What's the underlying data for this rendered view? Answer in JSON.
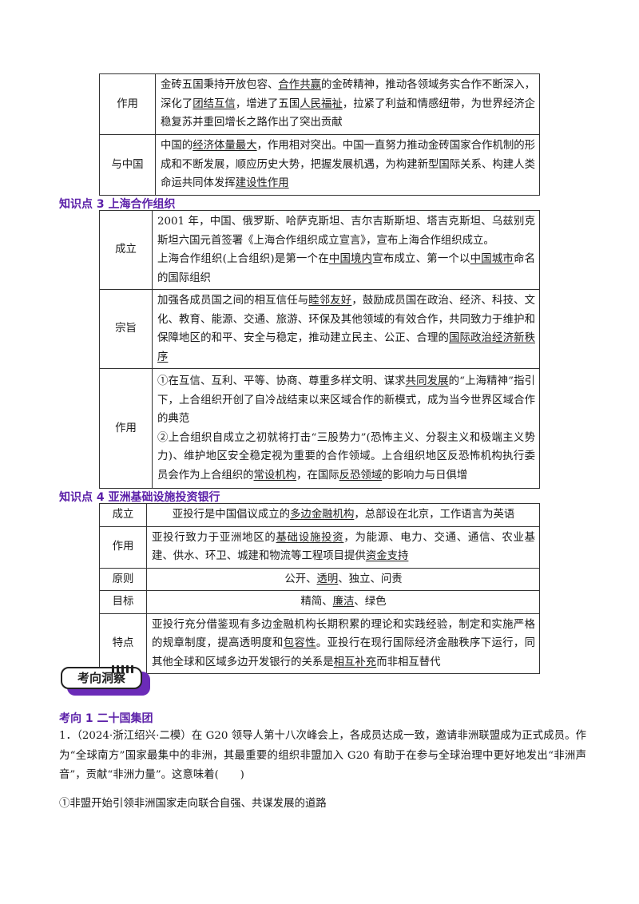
{
  "table_brics": {
    "rows": [
      {
        "label": "作用",
        "segments": [
          {
            "t": "金砖五国秉持开放包容、"
          },
          {
            "t": "合作共赢",
            "u": true
          },
          {
            "t": "的金砖精神，推动各领域务实合作不断深入，深化了"
          },
          {
            "t": "团结互信",
            "u": true
          },
          {
            "t": "，增进了五国"
          },
          {
            "t": "人民福祉",
            "u": true
          },
          {
            "t": "，拉紧了利益和情感纽带，为世界经济企稳复苏并重回增长之路作出了突出贡献"
          }
        ]
      },
      {
        "label": "与中国",
        "segments": [
          {
            "t": "中国的"
          },
          {
            "t": "经济体量最大",
            "u": true
          },
          {
            "t": "，作用相对突出。中国一直努力推动金砖国家合作机制的形成和不断发展，顺应历史大势，把握发展机遇，为构建新型国际关系、构建人类命运共同体发挥"
          },
          {
            "t": "建设性作用",
            "u": true
          }
        ]
      }
    ]
  },
  "kp3": {
    "title": "知识点 3  上海合作组织"
  },
  "table_sco": {
    "rows": [
      {
        "label": "成立",
        "paragraphs": [
          [
            {
              "t": "2001 年，中国、俄罗斯、哈萨克斯坦、吉尔吉斯斯坦、塔吉克斯坦、乌兹别克斯坦六国元首签署《上海合作组织成立宣言》，宣布上海合作组织成立。"
            }
          ],
          [
            {
              "t": "上海合作组织(上合组织)是第一个在"
            },
            {
              "t": "中国境内",
              "u": true
            },
            {
              "t": "宣布成立、第一个以"
            },
            {
              "t": "中国城市",
              "u": true
            },
            {
              "t": "命名的国际组织"
            }
          ]
        ]
      },
      {
        "label": "宗旨",
        "paragraphs": [
          [
            {
              "t": "加强各成员国之间的相互信任与"
            },
            {
              "t": "睦邻友好",
              "u": true
            },
            {
              "t": "，鼓励成员国在政治、经济、科技、文化、教育、能源、交通、旅游、环保及其他领域的有效合作，共同致力于维护和保障地区的和平、安全与稳定，推动建立民主、公正、合理的"
            },
            {
              "t": "国际政治经济新秩序",
              "u": true
            }
          ]
        ]
      },
      {
        "label": "作用",
        "paragraphs": [
          [
            {
              "t": "①在互信、互利、平等、协商、尊重多样文明、谋求"
            },
            {
              "t": "共同发展",
              "u": true
            },
            {
              "t": "的“上海精神”指引下，上合组织开创了自冷战结束以来区域合作的新模式，成为当今世界区域合作的典范"
            }
          ],
          [
            {
              "t": "②上合组织自成立之初就将打击“三股势力”(恐怖主义、分裂主义和极端主义势力)、维护地区安全稳定视为重要的合作领域。上合组织地区反恐怖机构执行委员会作为上合组织的"
            },
            {
              "t": "常设机构",
              "u": true
            },
            {
              "t": "，在国际"
            },
            {
              "t": "反恐领域",
              "u": true
            },
            {
              "t": "的影响力与日俱增"
            }
          ]
        ]
      }
    ]
  },
  "kp4": {
    "title": "知识点 4  亚洲基础设施投资银行"
  },
  "table_aiib": {
    "rows": [
      {
        "label": "成立",
        "align": "center",
        "segments": [
          {
            "t": "亚投行是中国倡议成立的"
          },
          {
            "t": "多边金融机构",
            "u": true
          },
          {
            "t": "，总部设在北京，工作语言为英语"
          }
        ]
      },
      {
        "label": "作用",
        "align": "left",
        "segments": [
          {
            "t": "亚投行致力于亚洲地区的"
          },
          {
            "t": "基础设施投资",
            "u": true
          },
          {
            "t": "，为能源、电力、交通、通信、农业基建、供水、环卫、城建和物流等工程项目提供"
          },
          {
            "t": "资金支持",
            "u": true
          }
        ]
      },
      {
        "label": "原则",
        "align": "center",
        "segments": [
          {
            "t": "公开、"
          },
          {
            "t": "透明",
            "u": true
          },
          {
            "t": "、独立、问责"
          }
        ]
      },
      {
        "label": "目标",
        "align": "center",
        "segments": [
          {
            "t": "精简、"
          },
          {
            "t": "廉洁",
            "u": true
          },
          {
            "t": "、绿色"
          }
        ]
      },
      {
        "label": "特点",
        "align": "left",
        "segments": [
          {
            "t": "亚投行充分借鉴现有多边金融机构长期积累的理论和实践经验，制定和实施严格的规章制度，提高透明度和"
          },
          {
            "t": "包容性",
            "u": true
          },
          {
            "t": "。亚投行在现行国际经济金融秩序下运行，同其他全球和区域多边开发银行的关系是"
          },
          {
            "t": "相互补充",
            "u": true
          },
          {
            "t": "而非相互替代"
          }
        ]
      }
    ]
  },
  "badge": {
    "label": "考向洞察"
  },
  "kaoxiang1": {
    "title": "考向 1  二十国集团"
  },
  "question": {
    "text": "1．（2024·浙江绍兴·二模）在 G20 领导人第十八次峰会上，各成员达成一致，邀请非洲联盟成为正式成员。作为“全球南方”国家最集中的非洲，其最重要的组织非盟加入 G20 有助于在参与全球治理中更好地发出“非洲声音”，贡献“非洲力量”。这意味着(　　)",
    "option1": "①非盟开始引领非洲国家走向联合自强、共谋发展的道路"
  }
}
